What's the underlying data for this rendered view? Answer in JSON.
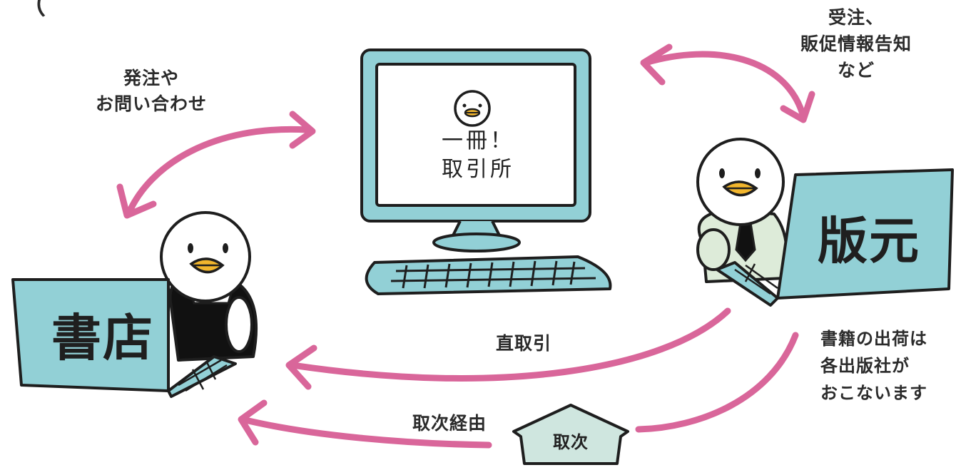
{
  "title_fragment": "（",
  "labels": {
    "order_line1": "発注や",
    "order_line2": "お問い合わせ",
    "publisher_notes_line1": "受注、",
    "publisher_notes_line2": "販促情報告知",
    "publisher_notes_line3": "など",
    "direct": "直取引",
    "distributor_route": "取次経由",
    "distributor_house": "取次",
    "shipping_line1": "書籍の出荷は",
    "shipping_line2": "各出版社が",
    "shipping_line3": "おこないます"
  },
  "nodes": {
    "bookstore": "書店",
    "publisher": "版元",
    "platform_line1": "一冊！",
    "platform_line2": "取引所"
  },
  "colors": {
    "arrow": "#d9669a",
    "device": "#92d0d6",
    "outline": "#1e1e1e",
    "beak": "#f2b62d",
    "house": "#cfe6df",
    "shirt": "#ddebd9"
  },
  "icons": [
    "computer-monitor-icon",
    "keyboard-icon",
    "laptop-icon",
    "bird-character-icon",
    "house-icon",
    "double-arrow-icon",
    "arrow-icon"
  ]
}
